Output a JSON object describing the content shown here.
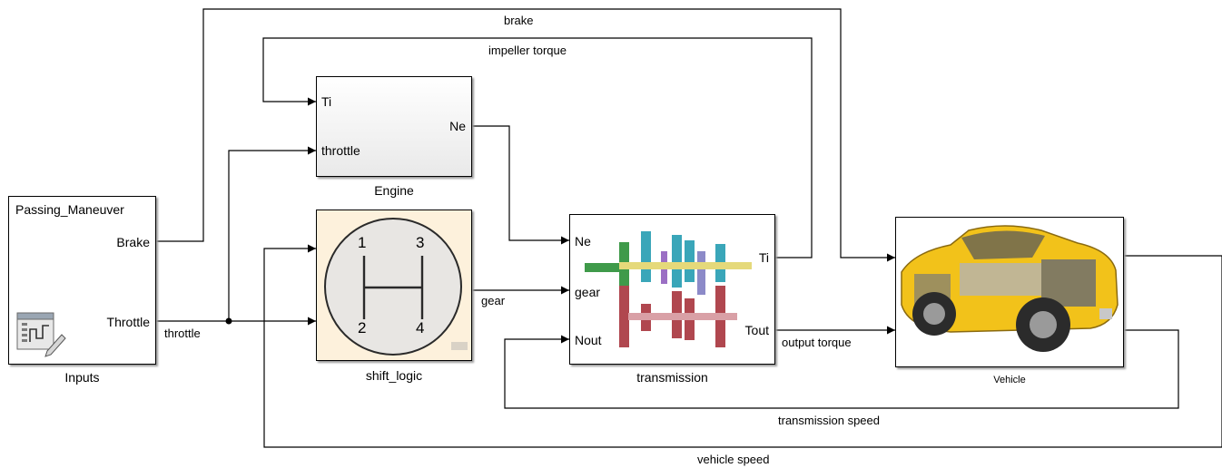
{
  "blocks": {
    "inputs": {
      "name": "Inputs",
      "title": "Passing_Maneuver",
      "ports": {
        "brake": "Brake",
        "throttle": "Throttle"
      }
    },
    "engine": {
      "name": "Engine",
      "ports": {
        "ti": "Ti",
        "throttle": "throttle",
        "ne": "Ne"
      }
    },
    "shift_logic": {
      "name": "shift_logic",
      "gears": [
        "1",
        "3",
        "2",
        "4"
      ]
    },
    "transmission": {
      "name": "transmission",
      "ports": {
        "ne": "Ne",
        "gear": "gear",
        "nout": "Nout",
        "ti": "Ti",
        "tout": "Tout"
      }
    },
    "vehicle": {
      "name": "Vehicle"
    }
  },
  "signals": {
    "brake": "brake",
    "impeller_torque": "impeller torque",
    "throttle": "throttle",
    "gear": "gear",
    "output_torque": "output torque",
    "transmission_speed": "transmission speed",
    "vehicle_speed": "vehicle speed"
  },
  "colors": {
    "line": "#000000",
    "shift_bg": "#fdf1dc",
    "car_yellow": "#f2c21a",
    "gear_teal": "#3aa6b9",
    "gear_red": "#b0474f",
    "gear_purple": "#9b6fc4",
    "shaft_green": "#3f9a4a"
  },
  "icons": [
    "signal-editor-icon",
    "car-cutaway-icon",
    "gearbox-icon",
    "shifter-icon"
  ]
}
